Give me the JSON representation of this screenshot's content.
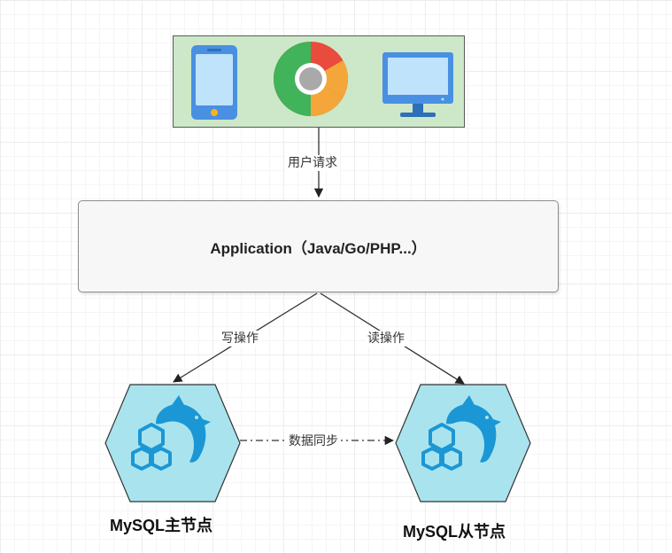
{
  "clients": {
    "icons": [
      "mobile-phone-icon",
      "chrome-browser-icon",
      "desktop-monitor-icon"
    ],
    "fill_color": "#cde8c8"
  },
  "edges": {
    "user_request": "用户请求",
    "write_op": "写操作",
    "read_op": "读操作",
    "data_sync": "数据同步"
  },
  "application": {
    "label": "Application（Java/Go/PHP...）"
  },
  "nodes": {
    "master": {
      "label": "MySQL主节点",
      "icon": "mysql-dolphin-icon"
    },
    "slave": {
      "label": "MySQL从节点",
      "icon": "mysql-dolphin-icon"
    }
  },
  "colors": {
    "node_fill": "#a9e4ee",
    "dolphin": "#1b97d5",
    "hex_logo": "#1b97d5"
  }
}
